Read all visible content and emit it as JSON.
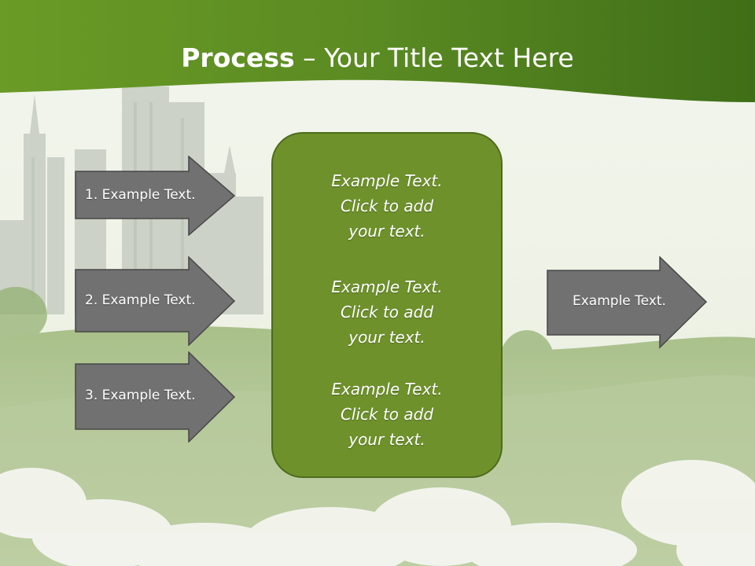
{
  "slide": {
    "title_bold": "Process",
    "title_rest": " – Your Title Text Here"
  },
  "inputs": [
    {
      "label": "1. Example Text."
    },
    {
      "label": "2. Example Text."
    },
    {
      "label": "3. Example Text."
    }
  ],
  "center": {
    "blocks": [
      {
        "text": "Example Text.\nClick  to add\nyour text."
      },
      {
        "text": "Example Text.\nClick  to add\nyour text."
      },
      {
        "text": "Example Text.\nClick  to add\nyour text."
      }
    ]
  },
  "output": {
    "label": "Example Text."
  },
  "colors": {
    "header_green": "#5e8a22",
    "box_green": "#6e912b",
    "arrow_gray": "#717171"
  }
}
